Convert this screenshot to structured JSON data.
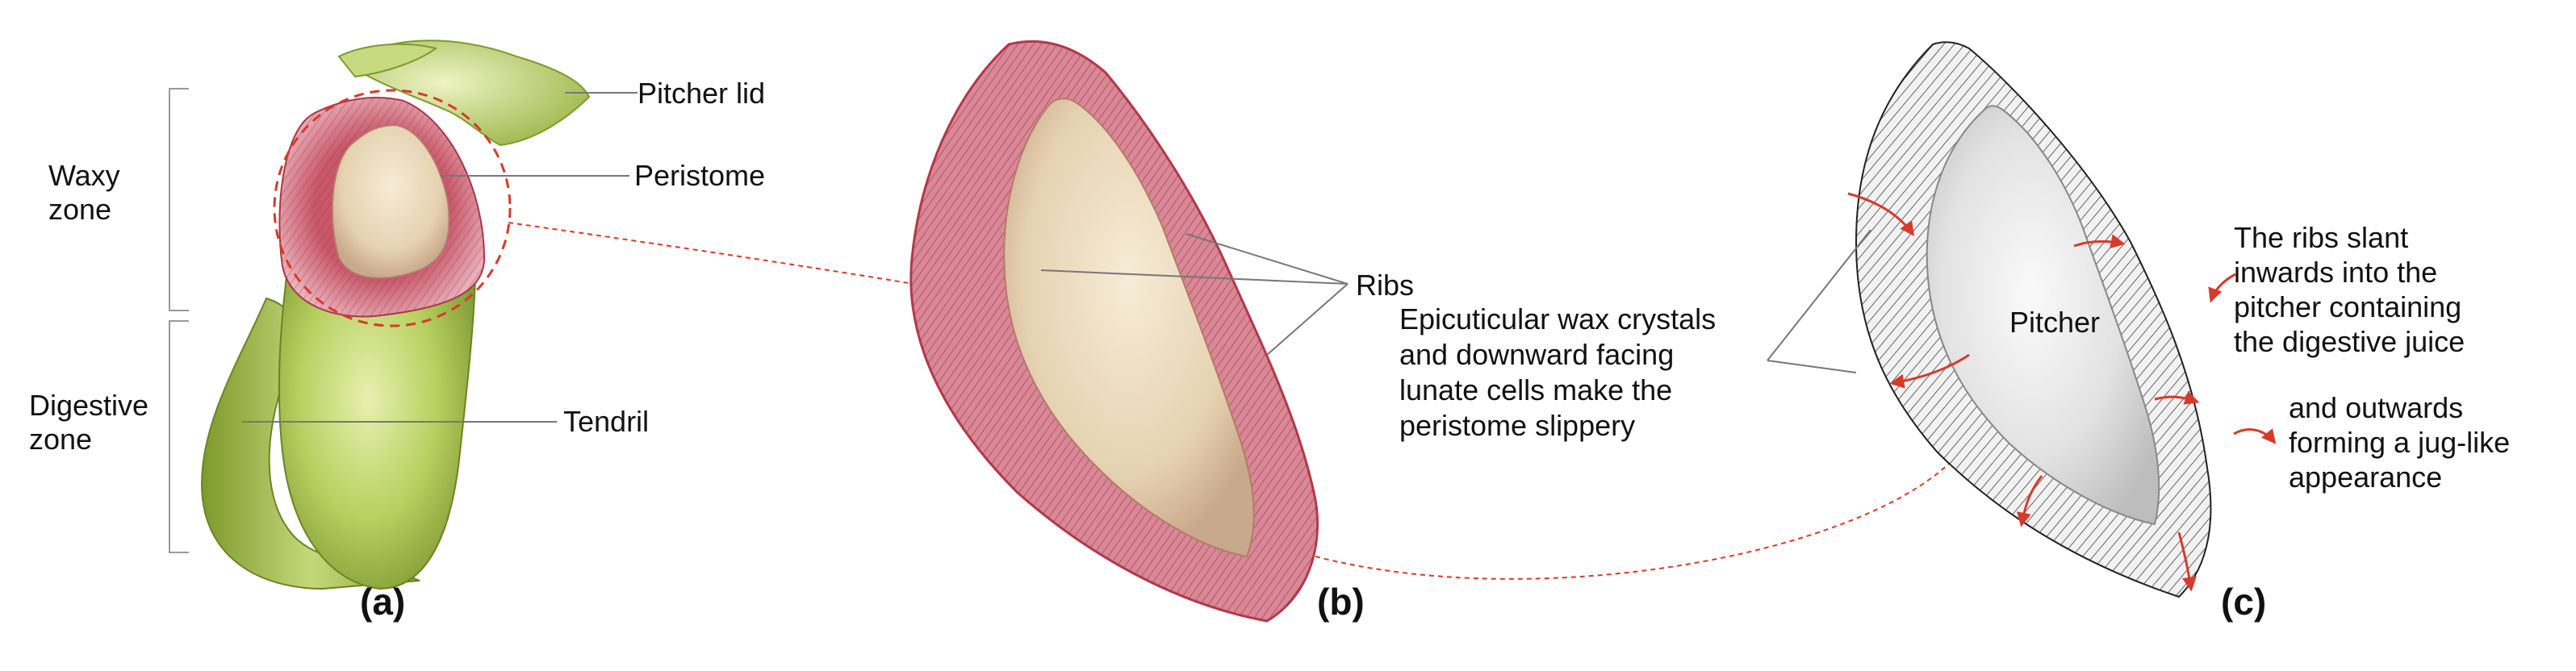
{
  "panel_a": {
    "label": "(a)",
    "pitcher_lid": "Pitcher lid",
    "peristome": "Peristome",
    "tendril": "Tendril",
    "waxy_zone": [
      "Waxy",
      "zone"
    ],
    "digestive_zone": [
      "Digestive",
      "zone"
    ]
  },
  "panel_b": {
    "label": "(b)",
    "ribs": "Ribs",
    "description": [
      "Epicuticular wax crystals",
      "and downward facing",
      "lunate cells make the",
      "peristome slippery"
    ]
  },
  "panel_c": {
    "label": "(c)",
    "pitcher": "Pitcher",
    "inward_note": [
      "The ribs slant",
      "inwards into the",
      "pitcher containing",
      "the digestive juice"
    ],
    "outward_note": [
      "and outwards",
      "forming a jug-like",
      "appearance"
    ]
  },
  "colors": {
    "rib_red": "#b5384a",
    "dashed_red": "#d83a2a",
    "leaf_green": "#a8c24a",
    "inner_cream": "#ecdcc0",
    "pitcher_grey": "#d6d6d6"
  }
}
